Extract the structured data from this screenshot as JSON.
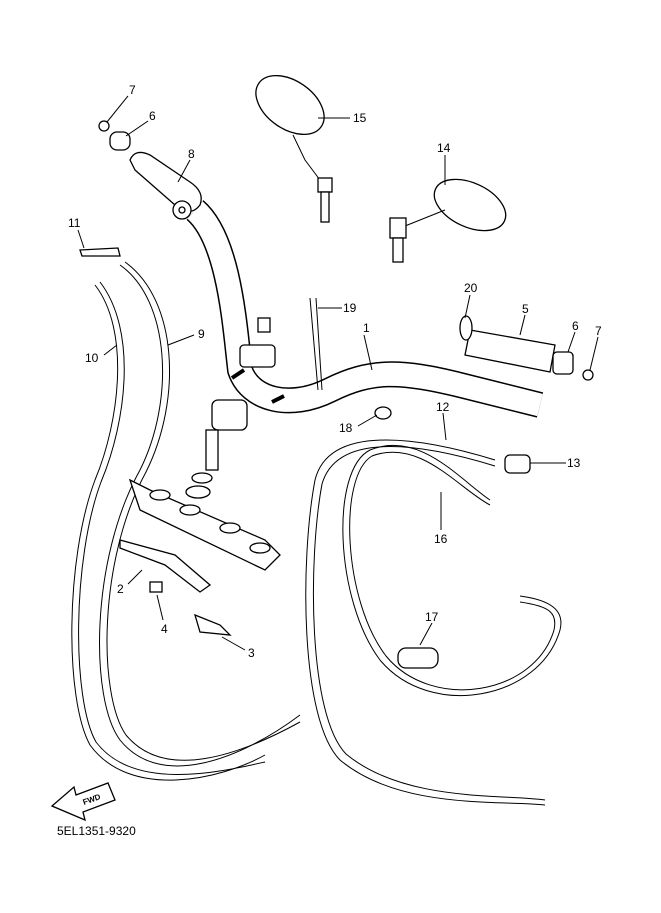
{
  "diagram_code": "5EL1351-9320",
  "fwd_arrow_text": "FWD",
  "callouts": [
    {
      "number": "1",
      "part": "handlebar"
    },
    {
      "number": "2",
      "part": "clamp"
    },
    {
      "number": "3",
      "part": "cable-guide"
    },
    {
      "number": "4",
      "part": "nut"
    },
    {
      "number": "5",
      "part": "grip"
    },
    {
      "number": "6",
      "part": "grip-end-right"
    },
    {
      "number": "7",
      "part": "screw-right"
    },
    {
      "number": "6",
      "part": "grip-end-left"
    },
    {
      "number": "7",
      "part": "screw-left"
    },
    {
      "number": "8",
      "part": "grip-left"
    },
    {
      "number": "9",
      "part": "cable-9"
    },
    {
      "number": "10",
      "part": "cable-10"
    },
    {
      "number": "11",
      "part": "bolt"
    },
    {
      "number": "12",
      "part": "throttle-cable-12"
    },
    {
      "number": "13",
      "part": "cable-adjuster"
    },
    {
      "number": "14",
      "part": "mirror-right"
    },
    {
      "number": "15",
      "part": "mirror-left"
    },
    {
      "number": "16",
      "part": "throttle-cable-16"
    },
    {
      "number": "17",
      "part": "cable-holder"
    },
    {
      "number": "18",
      "part": "clip"
    },
    {
      "number": "19",
      "part": "cable-tie"
    },
    {
      "number": "20",
      "part": "washer"
    }
  ]
}
